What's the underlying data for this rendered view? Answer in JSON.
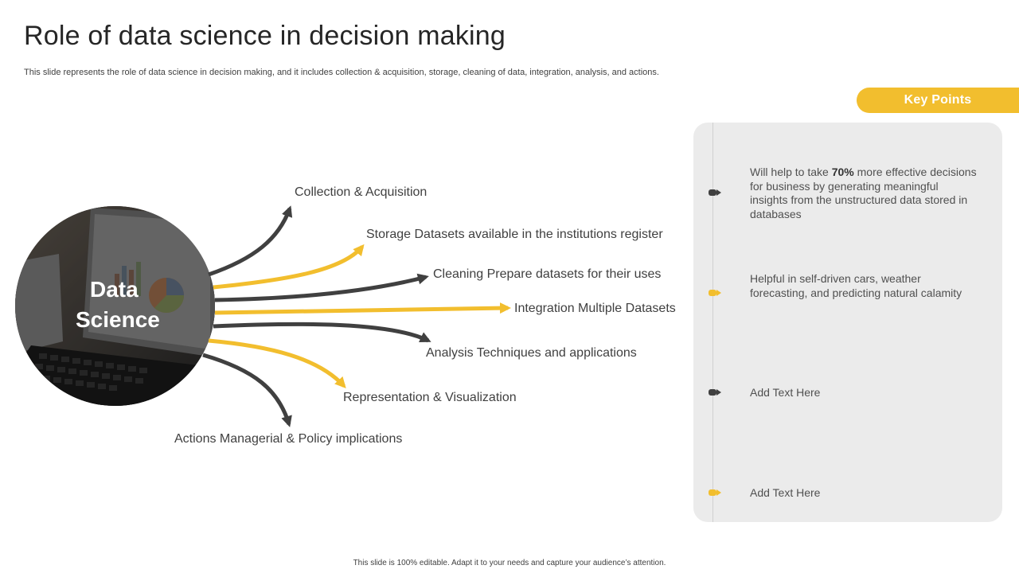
{
  "header": {
    "title": "Role of data science in decision making",
    "subtitle": "This slide represents the role of data science in decision making, and it includes collection & acquisition, storage, cleaning of data, integration, analysis, and actions."
  },
  "hub": {
    "line1": "Data",
    "line2": "Science"
  },
  "steps": [
    {
      "label": "Collection & Acquisition",
      "color": "#404040"
    },
    {
      "label": "Storage Datasets available in the institutions register",
      "color": "#f2be2e"
    },
    {
      "label": "Cleaning Prepare datasets for their uses",
      "color": "#404040"
    },
    {
      "label": "Integration Multiple Datasets",
      "color": "#f2be2e"
    },
    {
      "label": "Analysis Techniques and applications",
      "color": "#404040"
    },
    {
      "label": "Representation & Visualization",
      "color": "#f2be2e"
    },
    {
      "label": "Actions Managerial & Policy implications",
      "color": "#404040"
    }
  ],
  "key_points": {
    "badge": "Key Points",
    "items": [
      {
        "prefix": "Will help to take ",
        "bold": "70%",
        "suffix": " more effective decisions for business by generating meaningful insights from the unstructured data stored in databases",
        "marker_color": "#404040"
      },
      {
        "text": "Helpful in self-driven cars, weather forecasting, and predicting natural calamity",
        "marker_color": "#f2be2e"
      },
      {
        "text": "Add Text Here",
        "marker_color": "#404040"
      },
      {
        "text": "Add Text Here",
        "marker_color": "#f2be2e"
      }
    ]
  },
  "footer": "This slide is 100% editable. Adapt it to your needs and capture your audience’s attention.",
  "colors": {
    "accent": "#f2be2e",
    "dark": "#404040",
    "panel": "#ebebeb"
  }
}
